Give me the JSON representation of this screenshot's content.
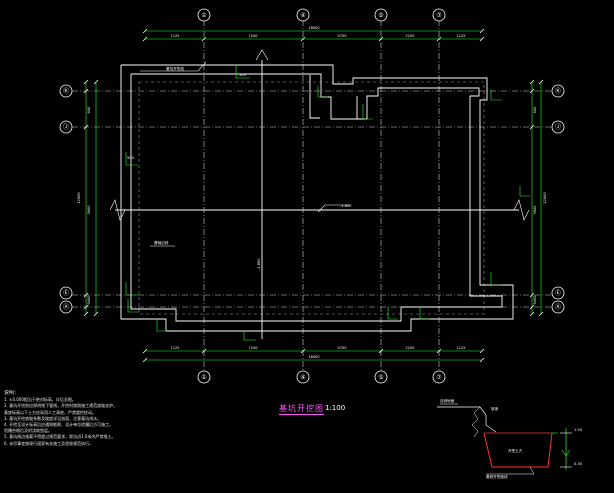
{
  "title": "基坑开挖图",
  "scale": "1:100",
  "colors": {
    "background": "#000000",
    "outline": "#ffffff",
    "axis": "#ffffff",
    "dimension": "#20ff20",
    "grid_dash": "#dcdcdc",
    "title": "#ff50ff"
  },
  "top_axes": [
    "①",
    "④",
    "⑤",
    "⑦"
  ],
  "bottom_axes": [
    "①",
    "④",
    "⑤",
    "⑦"
  ],
  "left_axes": [
    "Ⓚ",
    "Ⓙ",
    "Ⓔ",
    "Ⓐ"
  ],
  "right_axes": [
    "Ⓚ",
    "Ⓙ",
    "Ⓔ",
    "Ⓐ"
  ],
  "dims": {
    "top_row1": [
      "1125",
      "7200",
      "5700",
      "2100",
      "1125"
    ],
    "top_total": "18000",
    "bottom_row1": [
      "1125",
      "7200",
      "5700",
      "2100",
      "1125"
    ],
    "bottom_total": "18000",
    "left": [
      "600",
      "3600",
      "6000",
      "600"
    ],
    "left_total": "12000",
    "right": [
      "600",
      "3600",
      "6000",
      "600"
    ],
    "right_total": "12000"
  },
  "labels": {
    "excavation_line": "基坑开挖线",
    "foundation_line": "基础边线",
    "elev": "-1.850",
    "center_elev": "-1.850",
    "offset_top": "500",
    "offset_side": "500"
  },
  "notes_head": "说明：",
  "notes": [
    "1. ±0.000相当于绝对标高，详见总图。",
    "2. 基坑开挖前应探明地下管线，开挖时按照施工规范放坡支护。",
    "   基底标高以下土方应采用人工清底，严禁超挖扰动。",
    "3. 基坑开挖放坡系数及坡度详见剖面，注意基坑排水。",
    "4. 开挖至设计标高后应通知勘察、设计单位验槽后方可施工。",
    "   验槽合格后及时浇筑垫层。",
    "5. 基坑周边堆载不得超过规范要求，距坑边1.0米内严禁堆土。",
    "6. 未尽事宜按现行国家有关施工及验收规范执行。"
  ],
  "section": {
    "ground": "自然地面",
    "slope": "放坡",
    "pit": "开挖土方",
    "bottom": "基底开挖面线",
    "dim_a": "1.50",
    "dim_b": "0.30"
  }
}
